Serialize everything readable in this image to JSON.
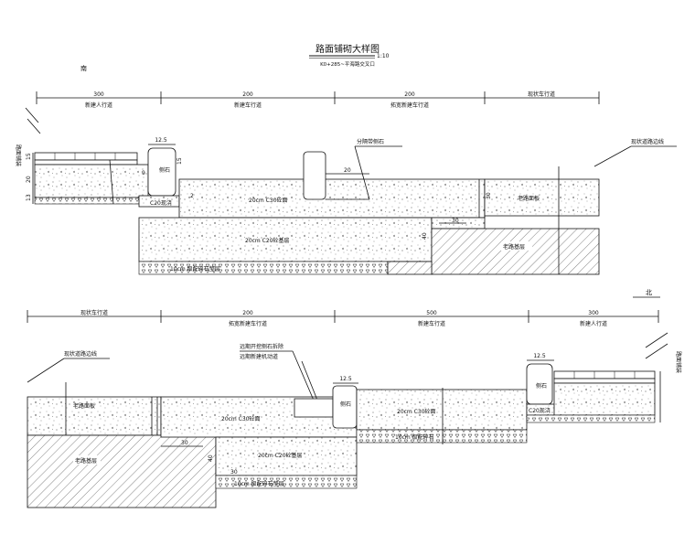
{
  "title": {
    "main": "路面铺砌大样图",
    "scale": "1:10",
    "subtitle": "K0+285~平海路交叉口"
  },
  "top": {
    "direction": "南",
    "dims": {
      "d1": "300",
      "d2": "200",
      "d3": "200",
      "d4": "现状车行道"
    },
    "sections": {
      "s1": "新建人行道",
      "s2": "新建车行道",
      "s3": "拓宽新建车行道"
    },
    "labels": {
      "left_edge": "路面铺装",
      "curb": "侧石",
      "curb_width": "12.5",
      "c20": "C20现浇",
      "dim_15": "15",
      "dim_20": "20",
      "dim_9": "9",
      "dim_13": "13",
      "dim_2": "2",
      "dim_30": "30",
      "dim_30b": "30",
      "dim_40": "40",
      "dim_15b": "15",
      "divider": "分隔带侧石",
      "divider_dim": "20",
      "surface": "20cm C30砼面",
      "base": "20cm C20砼基层",
      "subbase": "10cm 级配碎石垫层",
      "old_pavement": "老路面板",
      "old_base": "老路基层",
      "existing": "现状道路边线"
    }
  },
  "bottom": {
    "direction": "北",
    "dims": {
      "d1": "现状车行道",
      "d2": "200",
      "d3": "500",
      "d4": "300"
    },
    "sections": {
      "s2": "拓宽新建车行道",
      "s3": "新建车行道",
      "s4": "新建人行道"
    },
    "labels": {
      "existing": "现状道路边线",
      "old_pavement": "老路面板",
      "old_base": "老路基层",
      "note1": "远期开挖侧石拆除",
      "note2": "远期新建机动道",
      "curb_mid": "侧石",
      "curb_mid_width": "12.5",
      "surface": "20cm C30砼面",
      "base": "20cm C20砼基层",
      "subbase": "10cm 级配碎石垫层",
      "surface2": "20cm C30砼面",
      "subbase2": "10cm 级配碎石",
      "c20": "C20现浇",
      "curb_right": "侧石",
      "curb_right_width": "12.5",
      "right_edge": "路面铺装",
      "dim_30": "30",
      "dim_30b": "30",
      "dim_40": "40"
    }
  }
}
